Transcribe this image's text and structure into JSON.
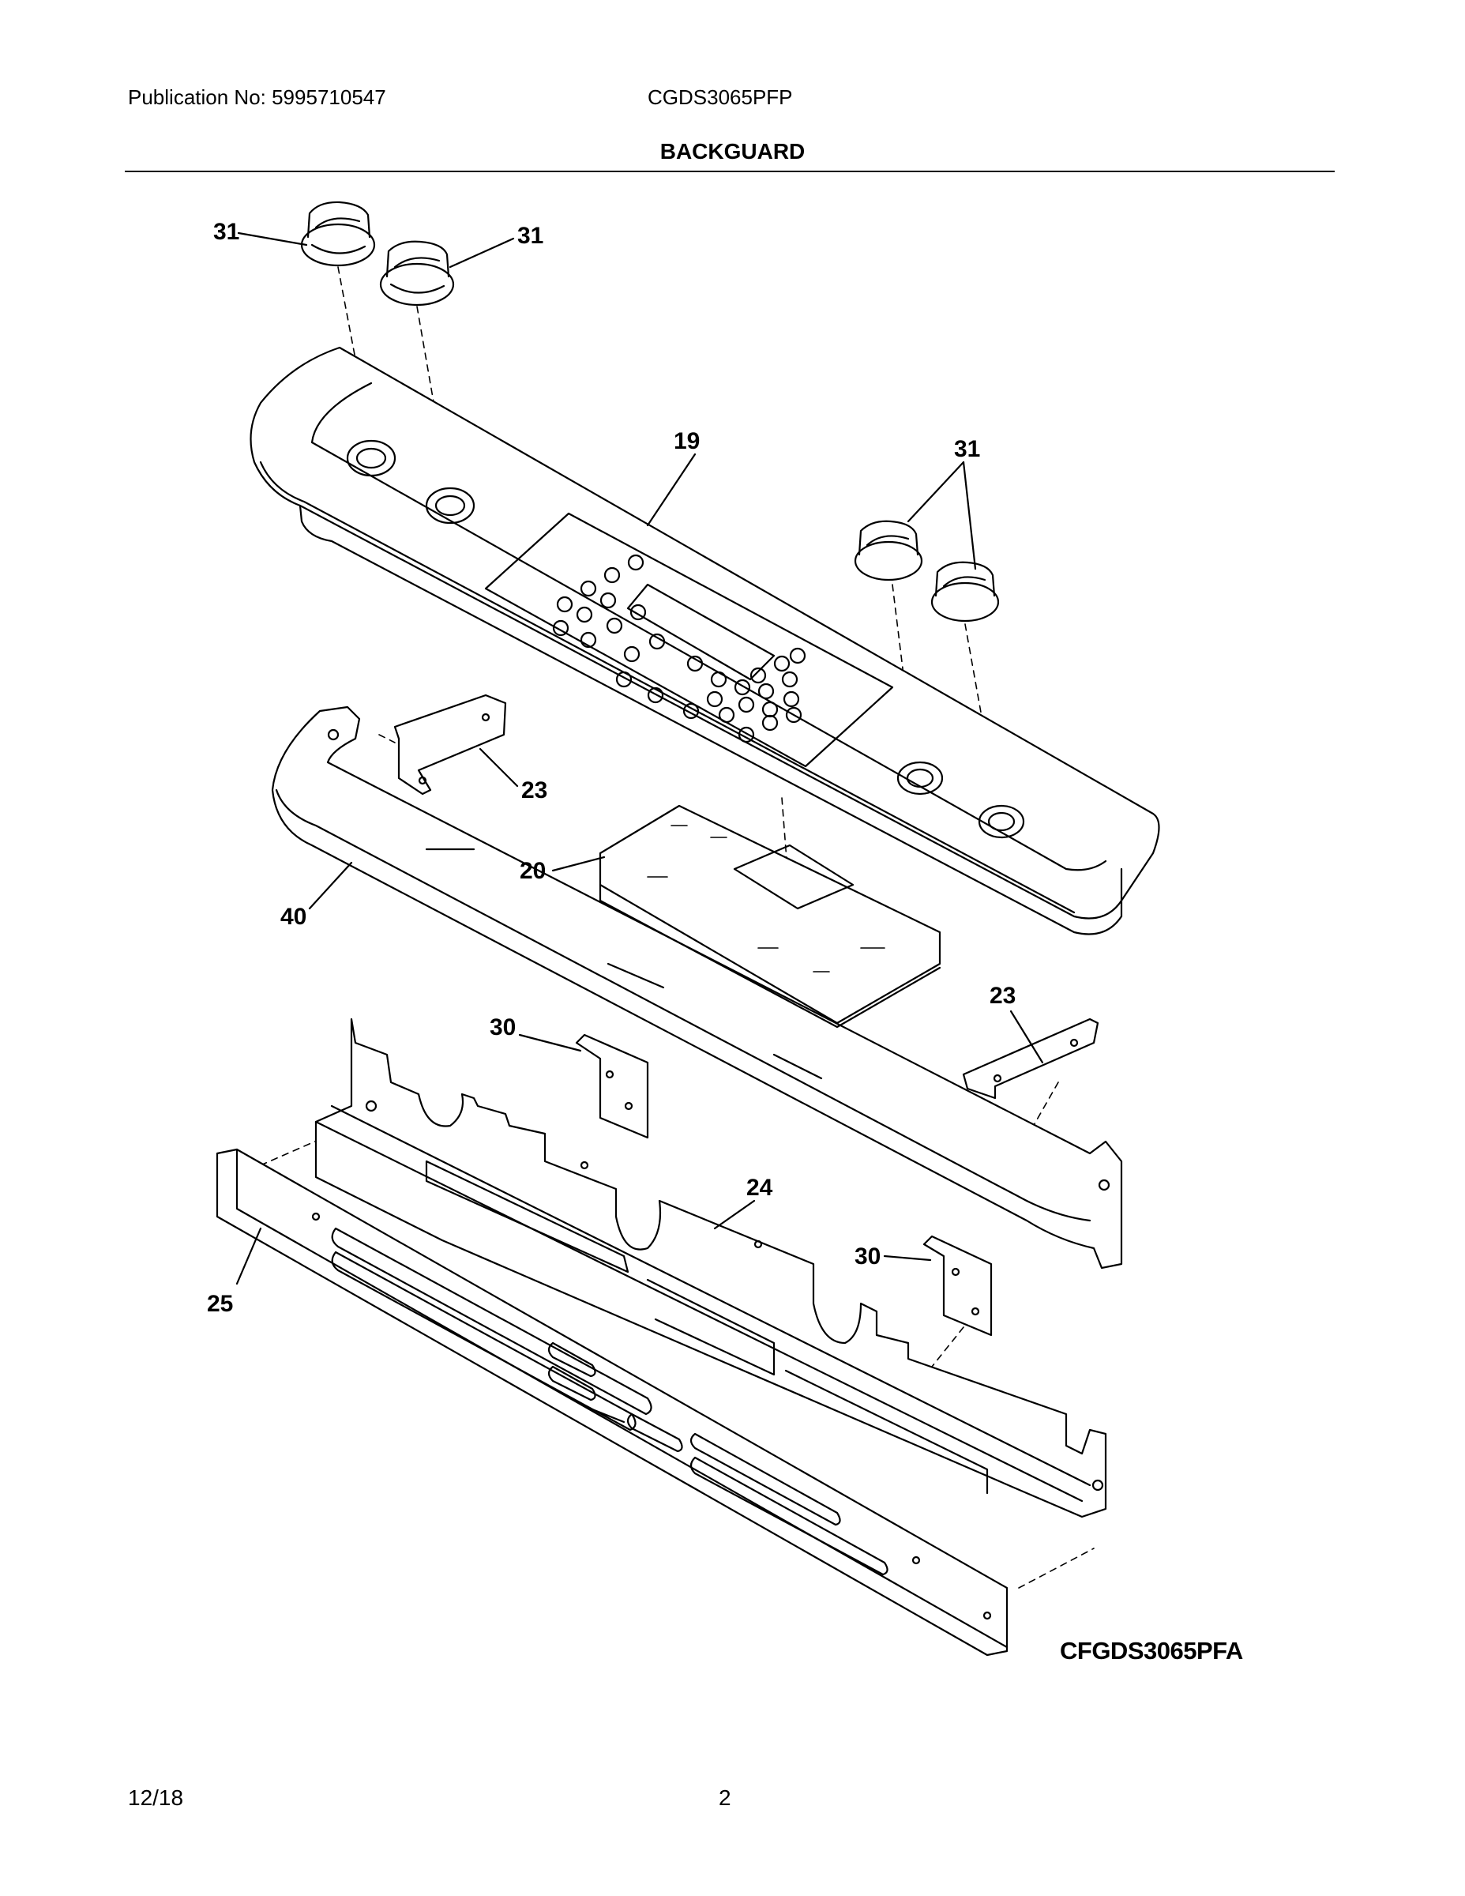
{
  "header": {
    "publication": "Publication No:  5995710547",
    "model": "CGDS3065PFP",
    "section_title": "BACKGUARD"
  },
  "callouts": {
    "knob_a": "31",
    "knob_b": "31",
    "knob_pair": "31",
    "backguard_panel": "19",
    "bracket_upper": "23",
    "bracket_lower": "23",
    "control_board": "20",
    "trim": "40",
    "spacer_a": "30",
    "spacer_b": "30",
    "support": "24",
    "vent_panel": "25"
  },
  "drawing_id": "CFGDS3065PFA",
  "footer": {
    "date": "12/18",
    "page": "2"
  }
}
